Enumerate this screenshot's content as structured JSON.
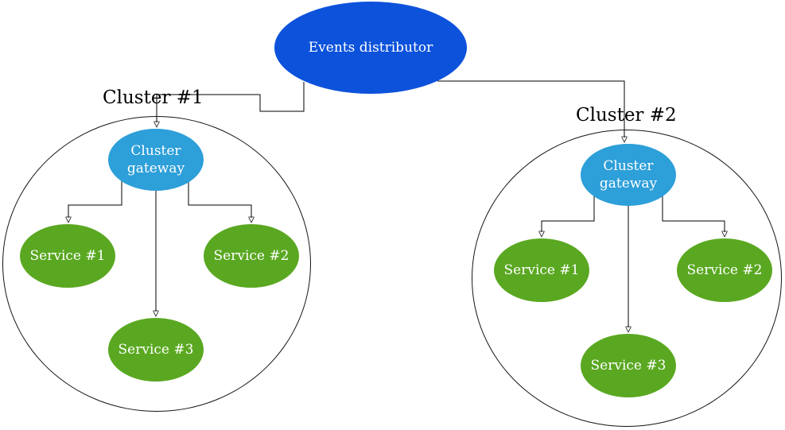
{
  "distributor": {
    "label": "Events distributor"
  },
  "clusters": [
    {
      "title": "Cluster #1",
      "gateway": {
        "line1": "Cluster",
        "line2": "gateway"
      },
      "services": [
        {
          "label": "Service #1"
        },
        {
          "label": "Service #2"
        },
        {
          "label": "Service #3"
        }
      ]
    },
    {
      "title": "Cluster #2",
      "gateway": {
        "line1": "Cluster",
        "line2": "gateway"
      },
      "services": [
        {
          "label": "Service #1"
        },
        {
          "label": "Service #2"
        },
        {
          "label": "Service #3"
        }
      ]
    }
  ],
  "colors": {
    "distributor_fill": "#0d52db",
    "gateway_fill": "#2d9fd9",
    "service_fill": "#5aa821",
    "edge_stroke": "#000000",
    "cluster_outline": "#141414",
    "node_label_text": "#ffffff",
    "cluster_title_text": "#000000",
    "background": "#ffffff"
  }
}
